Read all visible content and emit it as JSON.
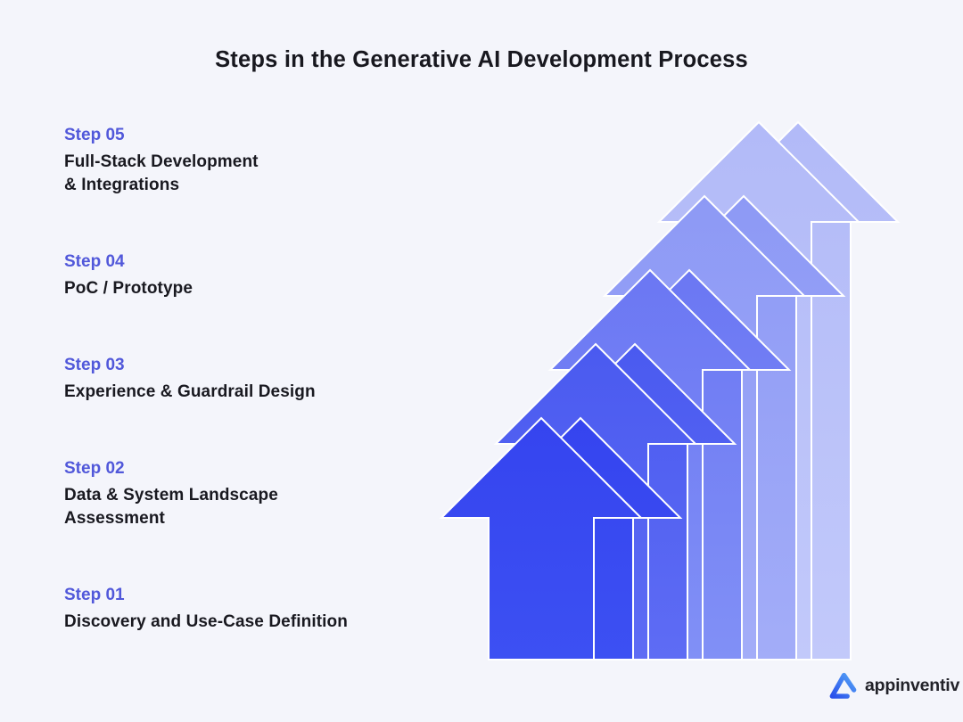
{
  "title": "Steps in the Generative AI Development Process",
  "steps": [
    {
      "label": "Step 05",
      "lines": [
        "Full-Stack Development",
        "& Integrations"
      ],
      "arrow_color_top": "#B2BAF8",
      "arrow_color_bottom": "#C2C9FA"
    },
    {
      "label": "Step 04",
      "lines": [
        "PoC / Prototype"
      ],
      "arrow_color_top": "#8D99F5",
      "arrow_color_bottom": "#A3ADF8"
    },
    {
      "label": "Step 03",
      "lines": [
        "Experience & Guardrail Design"
      ],
      "arrow_color_top": "#6B77F3",
      "arrow_color_bottom": "#8190F6"
    },
    {
      "label": "Step 02",
      "lines": [
        "Data & System Landscape",
        "Assessment"
      ],
      "arrow_color_top": "#4A5AF0",
      "arrow_color_bottom": "#5E6CF4"
    },
    {
      "label": "Step 01",
      "lines": [
        "Discovery and Use-Case Definition"
      ],
      "arrow_color_top": "#3544EF",
      "arrow_color_bottom": "#3C50F3"
    }
  ],
  "diagram": {
    "type": "stacked-growth-arrows",
    "arrow_count": 5,
    "order_front_to_back": [
      "Step 01",
      "Step 02",
      "Step 03",
      "Step 04",
      "Step 05"
    ],
    "arrow_outline": "#FFFFFF"
  },
  "colors": {
    "background": "#F4F5FB",
    "title_text": "#18181F",
    "step_label": "#5158DA",
    "step_text": "#191920",
    "logo_blue_top": "#54A3F6",
    "logo_blue_bottom": "#2B50EB"
  },
  "logo": {
    "brand": "appinventiv"
  }
}
